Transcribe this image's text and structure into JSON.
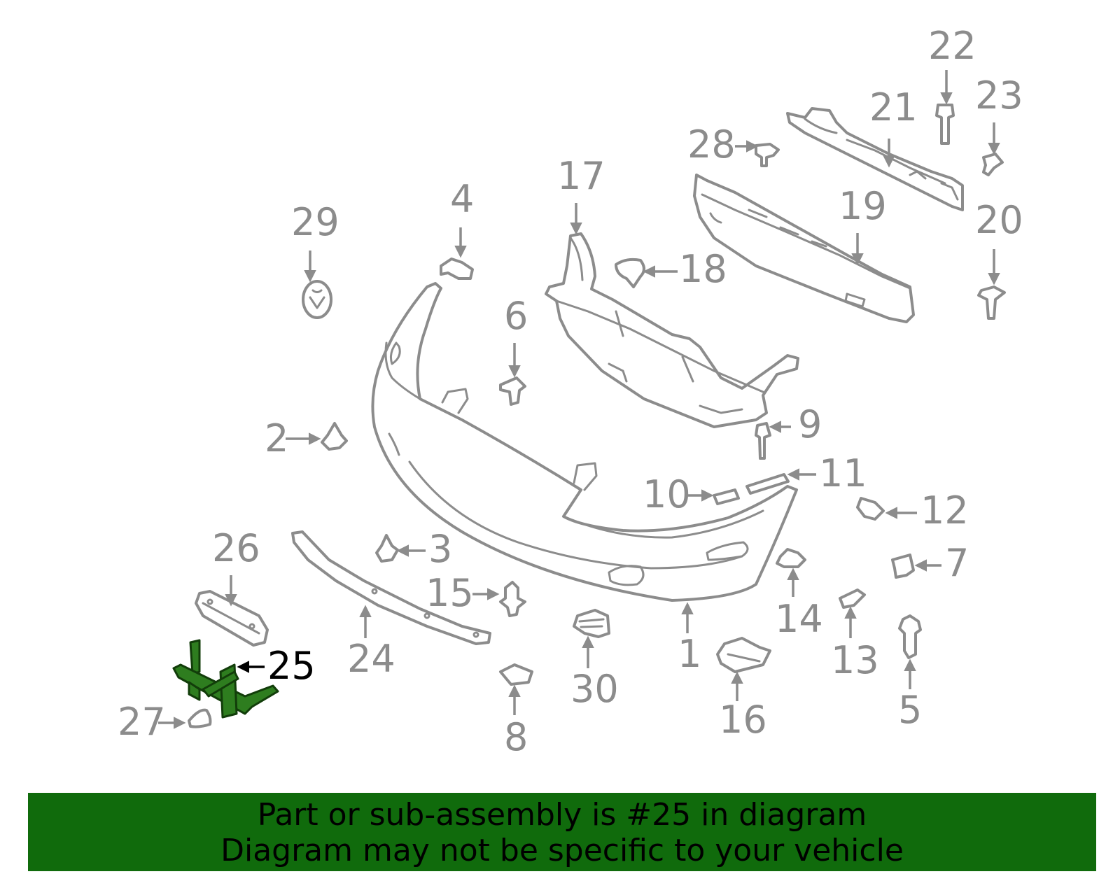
{
  "highlighted_part": "25",
  "colors": {
    "callout_gray": "#8c8c8c",
    "highlight_green": "#2e7d1f",
    "banner_green": "#106b0c",
    "highlight_text": "#000000"
  },
  "callouts": {
    "c1": "1",
    "c2": "2",
    "c3": "3",
    "c4": "4",
    "c5": "5",
    "c6": "6",
    "c7": "7",
    "c8": "8",
    "c9": "9",
    "c10": "10",
    "c11": "11",
    "c12": "12",
    "c13": "13",
    "c14": "14",
    "c15": "15",
    "c16": "16",
    "c17": "17",
    "c18": "18",
    "c19": "19",
    "c20": "20",
    "c21": "21",
    "c22": "22",
    "c23": "23",
    "c24": "24",
    "c25": "25",
    "c26": "26",
    "c27": "27",
    "c28": "28",
    "c29": "29",
    "c30": "30"
  },
  "banner": {
    "line1": "Part or sub-assembly is #25 in diagram",
    "line2": "Diagram may not be specific to your vehicle"
  }
}
